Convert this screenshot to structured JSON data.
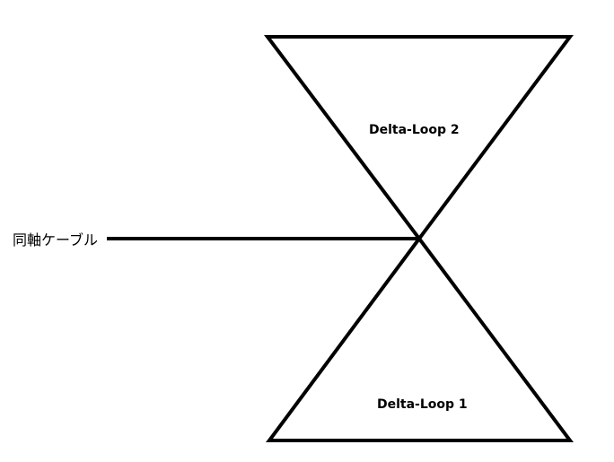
{
  "diagram": {
    "loop_upper_label": "Delta-Loop 2",
    "loop_lower_label": "Delta-Loop 1",
    "cable_label": "同軸ケーブル",
    "line_color": "#000000",
    "background_color": "#ffffff"
  }
}
